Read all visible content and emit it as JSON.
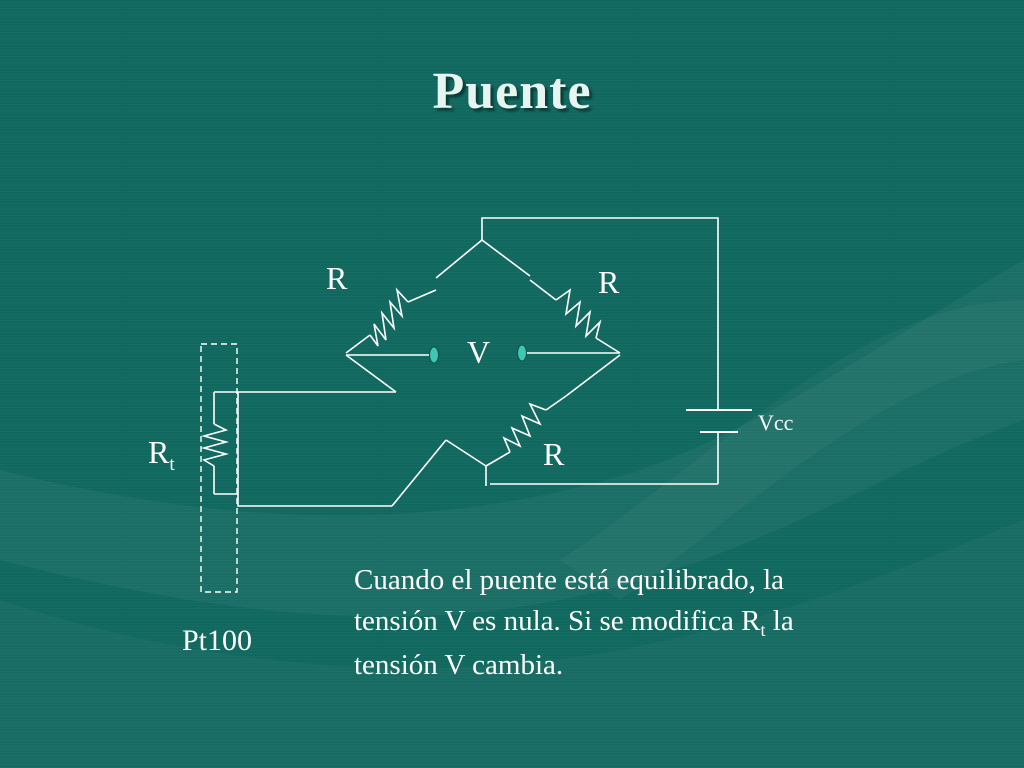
{
  "slide": {
    "title": "Puente",
    "colors": {
      "background": "#11685f",
      "wire": "#ffffff",
      "terminal": "#3fc7b6"
    }
  },
  "diagram": {
    "label_r_top_left": "R",
    "label_r_top_right": "R",
    "label_r_bottom": "R",
    "label_v": "V",
    "label_vcc": "Vcc",
    "label_rt_main": "R",
    "label_rt_sub": "t",
    "label_pt100": "Pt100"
  },
  "description": {
    "line1": "Cuando el puente está equilibrado, la",
    "line2_pre": "tensión V es nula. Si se modifica R",
    "line2_sub": "t",
    "line2_post": " la",
    "line3": "tensión V cambia."
  }
}
